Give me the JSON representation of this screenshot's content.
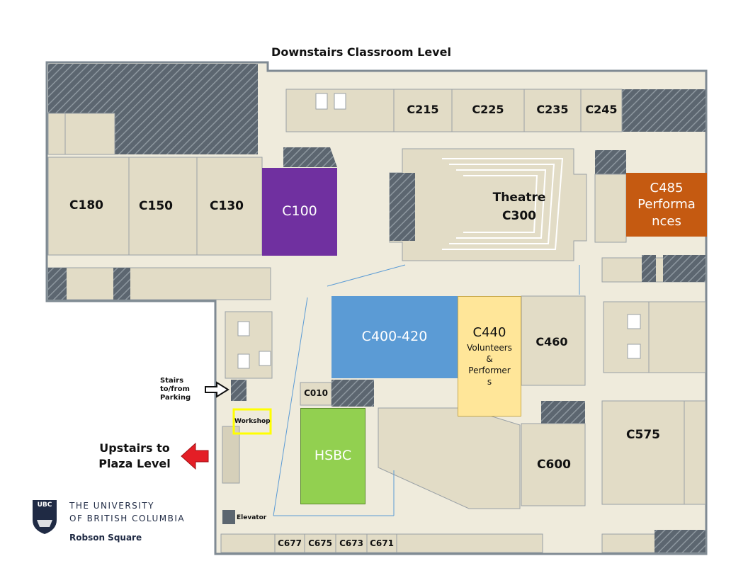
{
  "title": "Downstairs Classroom Level",
  "rooms": {
    "c180": "C180",
    "c150": "C150",
    "c130": "C130",
    "c215": "C215",
    "c225": "C225",
    "c235": "C235",
    "c245": "C245",
    "theatre": "Theatre",
    "c300": "C300",
    "c460": "C460",
    "c575": "C575",
    "c600": "C600",
    "c010": "C010",
    "c677": "C677",
    "c675": "C675",
    "c673": "C673",
    "c671": "C671"
  },
  "highlights": {
    "c100": {
      "label": "C100",
      "color": "#7030a0"
    },
    "c485": {
      "line1": "C485",
      "line2": "Performa",
      "line3": "nces",
      "color": "#c55a11"
    },
    "c400": {
      "label": "C400-420",
      "color": "#5b9bd5"
    },
    "c440": {
      "line1": "C440",
      "line2": "Volunteers",
      "line3": "&",
      "line4": "Performer",
      "line5": "s",
      "color": "#ffe699"
    },
    "hsbc": {
      "label": "HSBC",
      "color": "#92d050"
    }
  },
  "labels": {
    "stairs_line1": "Stairs to/from",
    "stairs_line2": "Parking",
    "workshop": "Workshop",
    "elevator": "Elevator",
    "upstairs_line1": "Upstairs to",
    "upstairs_line2": "Plaza Level"
  },
  "logo": {
    "abbr": "UBC",
    "line1": "THE UNIVERSITY",
    "line2": "OF BRITISH COLUMBIA",
    "campus": "Robson Square"
  },
  "colors": {
    "floor": "#efebdc",
    "room": "#e2dcc6",
    "wall": "#7f8a93",
    "hatch": "#5c6670",
    "arrow_red": "#e41e26",
    "workshop_box": "#ffff00"
  }
}
